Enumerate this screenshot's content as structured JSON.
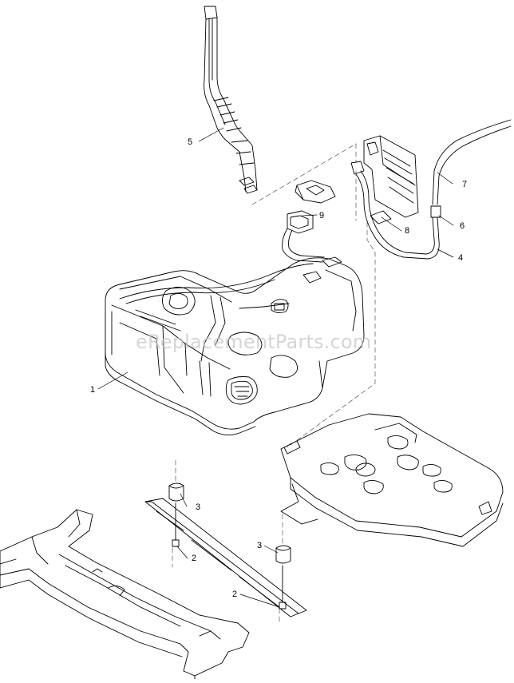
{
  "watermark": "eReplacementParts.com",
  "callouts": {
    "c1": "1",
    "c2a": "2",
    "c2b": "2",
    "c3a": "3",
    "c3b": "3",
    "c4": "4",
    "c5": "5",
    "c6": "6",
    "c7": "7",
    "c8": "8",
    "c9": "9"
  },
  "colors": {
    "line": "#000000",
    "dash": "#555555",
    "watermark": "#c8c8c8"
  }
}
